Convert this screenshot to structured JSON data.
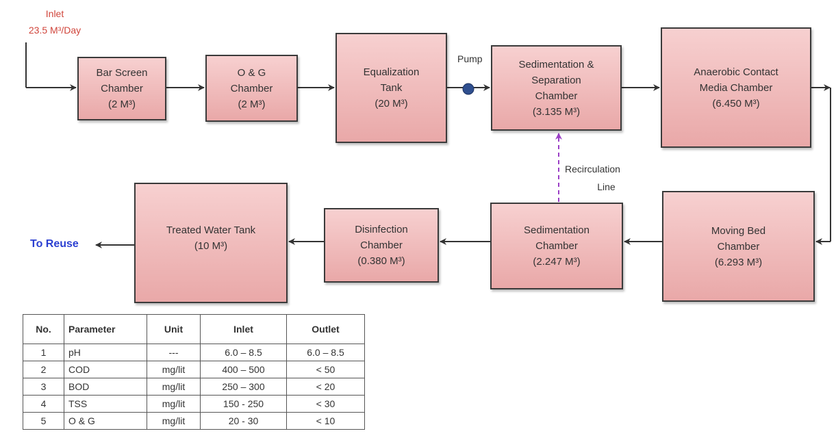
{
  "inlet": {
    "line1": "Inlet",
    "line2": "23.5 M³/Day"
  },
  "pump_label": "Pump",
  "recirculation": {
    "line1": "Recirculation",
    "line2": "Line"
  },
  "outlet_label": "To Reuse",
  "boxes": {
    "bar_screen": [
      "Bar Screen",
      "Chamber",
      "(2 M³)"
    ],
    "og": [
      "O & G",
      "Chamber",
      "(2 M³)"
    ],
    "equalization": [
      "Equalization",
      "Tank",
      "(20 M³)"
    ],
    "sed_sep": [
      "Sedimentation &",
      "Separation",
      "Chamber",
      "(3.135 M³)"
    ],
    "anaerobic": [
      "Anaerobic Contact",
      "Media Chamber",
      "(6.450 M³)"
    ],
    "moving_bed": [
      "Moving Bed",
      "Chamber",
      "(6.293 M³)"
    ],
    "sedimentation": [
      "Sedimentation",
      "Chamber",
      "(2.247 M³)"
    ],
    "disinfection": [
      "Disinfection",
      "Chamber",
      "(0.380 M³)"
    ],
    "treated": [
      "Treated Water Tank",
      "(10 M³)"
    ]
  },
  "colors": {
    "recirculation": "#9b3fc6",
    "outlet_text": "#2b3fd1",
    "inlet_text": "#d0453b",
    "pump": "#2f4f8f"
  },
  "table": {
    "headers": [
      "No.",
      "Parameter",
      "Unit",
      "Inlet",
      "Outlet"
    ],
    "rows": [
      [
        "1",
        "pH",
        "---",
        "6.0 – 8.5",
        "6.0 – 8.5"
      ],
      [
        "2",
        "COD",
        "mg/lit",
        "400 – 500",
        "< 50"
      ],
      [
        "3",
        "BOD",
        "mg/lit",
        "250 – 300",
        "< 20"
      ],
      [
        "4",
        "TSS",
        "mg/lit",
        "150 - 250",
        "< 30"
      ],
      [
        "5",
        "O & G",
        "mg/lit",
        "20 - 30",
        "< 10"
      ]
    ]
  }
}
